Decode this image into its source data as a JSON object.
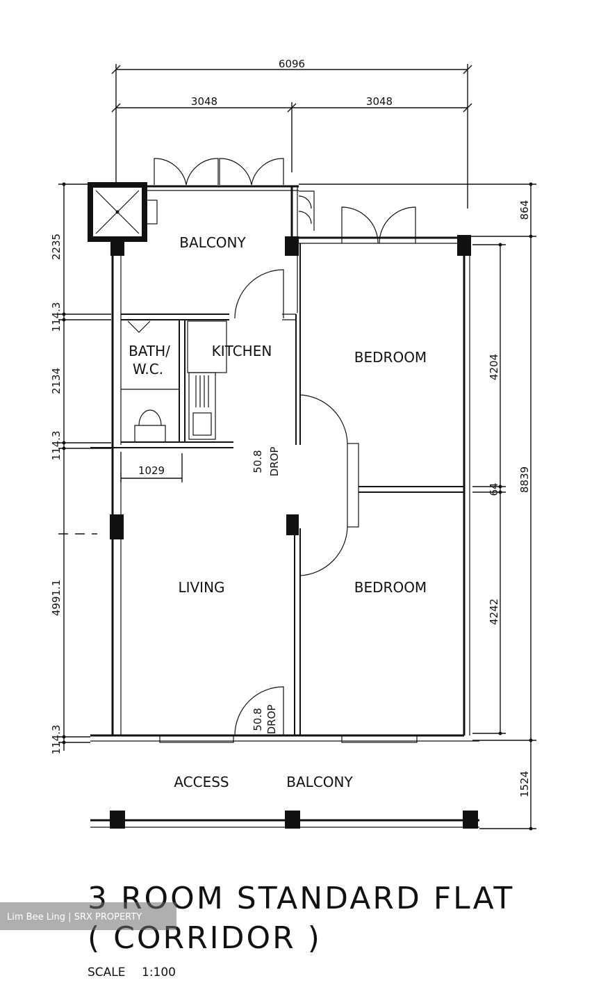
{
  "plan": {
    "rooms": {
      "balcony_top": "BALCONY",
      "bath_line1": "BATH/",
      "bath_line2": "W.C.",
      "kitchen": "KITCHEN",
      "bedroom_top": "BEDROOM",
      "bedroom_bottom": "BEDROOM",
      "living": "LIVING",
      "access": "ACCESS",
      "balcony_bottom": "BALCONY"
    },
    "dimensions": {
      "total_width": "6096",
      "left_width": "3048",
      "right_width": "3048",
      "top_right": "864",
      "balcony_depth": "2235",
      "wall_1": "114.3",
      "bath_depth": "2134",
      "wall_2": "114.3",
      "living_depth": "4991.1",
      "wall_3": "114.3",
      "bedroom_top_depth": "4204",
      "bedroom_wall": "64",
      "bedroom_bottom_depth": "4242",
      "overall_depth": "8839",
      "corridor_depth": "1524",
      "store_width": "1029"
    },
    "notes": {
      "drop_kitchen_value": "50.8",
      "drop_kitchen_word": "DROP",
      "drop_living_value": "50.8",
      "drop_living_word": "DROP"
    },
    "title_line1": "3 ROOM STANDARD FLAT",
    "title_line2": "( CORRIDOR )",
    "scale_label": "SCALE",
    "scale_value": "1:100"
  },
  "watermark": {
    "text": "Lim Bee Ling | SRX PROPERTY"
  }
}
